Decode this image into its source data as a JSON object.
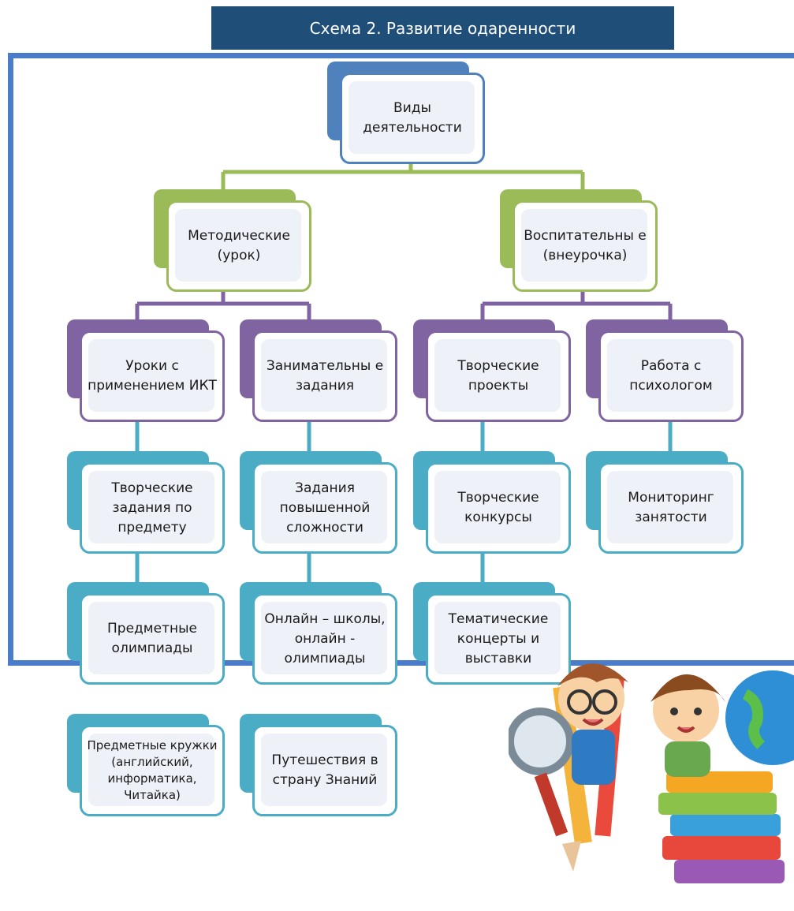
{
  "title": "Схема 2. Развитие одаренности",
  "colors": {
    "banner": "#1f4e79",
    "frame": "#4a7cc9",
    "level1": "#4f81bd",
    "level2": "#9bbb59",
    "level3": "#8064a2",
    "level4": "#4bacc6"
  },
  "nodes": {
    "root": "Виды деятельности",
    "methodical": "Методические (урок)",
    "educational": "Воспитательны е (внеурочка)",
    "ikt": "Уроки с применением ИКТ",
    "entertaining": "Занимательны е задания",
    "creative_projects": "Творческие проекты",
    "psychologist": "Работа с психологом",
    "creative_tasks": "Творческие задания по предмету",
    "olympiads": "Предметные олимпиады",
    "clubs": "Предметные кружки (английский, информатика, Читайка)",
    "advanced_tasks": "Задания повышенной сложности",
    "online": "Онлайн – школы, онлайн - олимпиады",
    "journeys": "Путешествия в страну Знаний",
    "contests": "Творческие конкурсы",
    "concerts": "Тематические концерты и выставки",
    "monitoring": "Мониторинг занятости"
  },
  "illustration": "children-with-books-illustration"
}
